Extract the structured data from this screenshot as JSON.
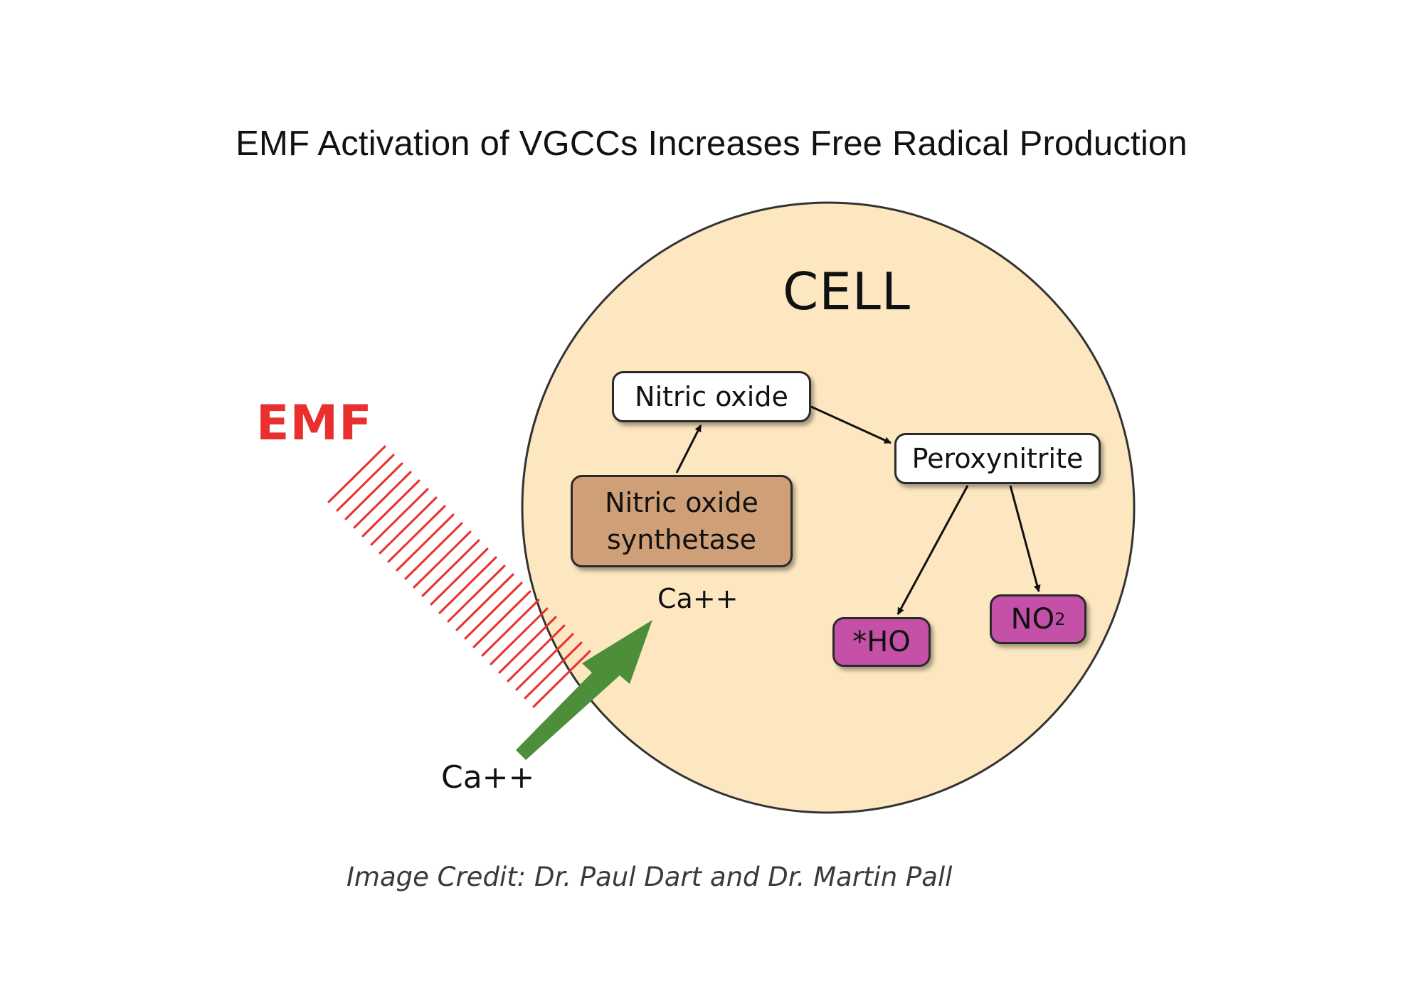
{
  "title": "EMF Activation of VGCCs Increases Free Radical Production",
  "colors": {
    "cell_fill": "#fde7c0",
    "emf_red": "#e8312f",
    "calcium_arrow_green": "#4c8e3a",
    "enzyme_box": "#cf9f78",
    "radical_box": "#c550a8"
  },
  "labels": {
    "cell": "CELL",
    "emf": "EMF",
    "calcium_inside": "Ca++",
    "calcium_outside": "Ca++"
  },
  "nodes": {
    "nitric_oxide": "Nitric oxide",
    "nitric_oxide_synthetase": "Nitric oxide synthetase",
    "peroxynitrite": "Peroxynitrite",
    "hydroxyl": "*HO",
    "no2_base": "NO",
    "no2_subscript": "2"
  },
  "credit": "Image Credit: Dr. Paul Dart and Dr. Martin Pall"
}
